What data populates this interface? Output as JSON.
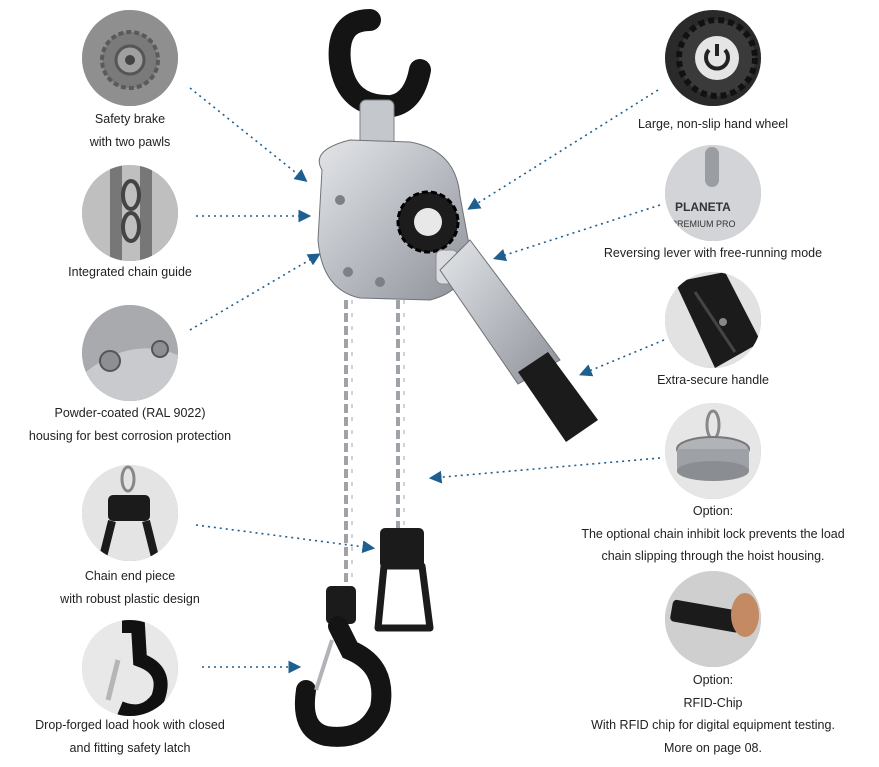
{
  "features": [
    {
      "id": "safety-brake",
      "lines": [
        "Safety brake",
        "with two pawls"
      ],
      "icon": "brake-gear-icon"
    },
    {
      "id": "chain-guide",
      "lines": [
        "Integrated chain guide"
      ],
      "icon": "chain-guide-icon"
    },
    {
      "id": "housing",
      "lines": [
        "Powder-coated (RAL 9022)",
        "housing for best corrosion protection"
      ],
      "icon": "housing-bolt-icon"
    },
    {
      "id": "chain-end",
      "lines": [
        "Chain end piece",
        "with robust plastic design"
      ],
      "icon": "chain-end-piece-icon"
    },
    {
      "id": "load-hook",
      "lines": [
        "Drop-forged load hook with closed",
        "and fitting safety latch"
      ],
      "icon": "load-hook-icon"
    },
    {
      "id": "hand-wheel",
      "lines": [
        "Large, non-slip hand wheel"
      ],
      "icon": "hand-wheel-icon"
    },
    {
      "id": "reversing-lever",
      "lines": [
        "Reversing lever with free-running mode"
      ],
      "icon": "reversing-lever-icon"
    },
    {
      "id": "handle",
      "lines": [
        "Extra-secure handle"
      ],
      "icon": "handle-grip-icon"
    },
    {
      "id": "inhibit-lock",
      "lines": [
        "Option:",
        "The optional chain inhibit lock prevents the load",
        "chain slipping through the hoist housing."
      ],
      "icon": "chain-inhibit-lock-icon"
    },
    {
      "id": "rfid",
      "lines": [
        "Option:",
        "RFID-Chip",
        "With RFID chip for digital equipment testing.",
        "More on page 08."
      ],
      "icon": "rfid-chip-icon"
    }
  ],
  "product": {
    "name_plate": "PLANETA",
    "model_text": "PREMIUM PRO"
  },
  "colors": {
    "accent_dots": "#1f5f8f",
    "housing": "#b8bcc2",
    "handle": "#1b1b1b",
    "hook": "#111111"
  }
}
